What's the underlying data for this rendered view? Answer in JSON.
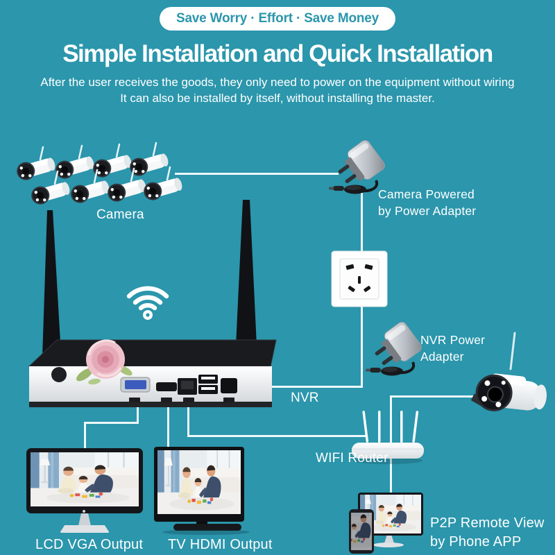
{
  "banner": {
    "text": "Save Worry · Effort · Save Money"
  },
  "header": {
    "title": "Simple Installation and Quick Installation",
    "subtitle1": "After the user receives the goods, they only need to power on the equipment without wiring",
    "subtitle2": "It can also be installed by itself, without installing the master."
  },
  "diagram": {
    "labels": {
      "camera": "Camera",
      "camera_power1": "Camera Powered",
      "camera_power2": "by Power Adapter",
      "nvr": "NVR",
      "nvr_power1": "NVR Power",
      "nvr_power2": "Adapter",
      "wifi_router": "WIFI Router",
      "lcd": "LCD VGA Output",
      "tv": "TV HDMI Output",
      "p2p1": "P2P Remote View",
      "p2p2": "by Phone APP"
    },
    "icons": {
      "wifi": "wifi-signal-icon",
      "camera": "bullet-camera-icon",
      "adapter": "power-adapter-icon",
      "socket": "wall-socket-icon",
      "nvr": "nvr-device-icon",
      "outdoor_camera": "outdoor-camera-icon",
      "router": "wifi-router-icon",
      "monitor": "lcd-monitor-icon",
      "tv": "tv-icon",
      "phone": "smartphone-icon",
      "rose": "rose-watermark-icon"
    }
  },
  "colors": {
    "background": "#2b96ac",
    "accent_text": "#2b96ac",
    "connector_line": "#eef9fb",
    "label_text": "#ffffff"
  }
}
